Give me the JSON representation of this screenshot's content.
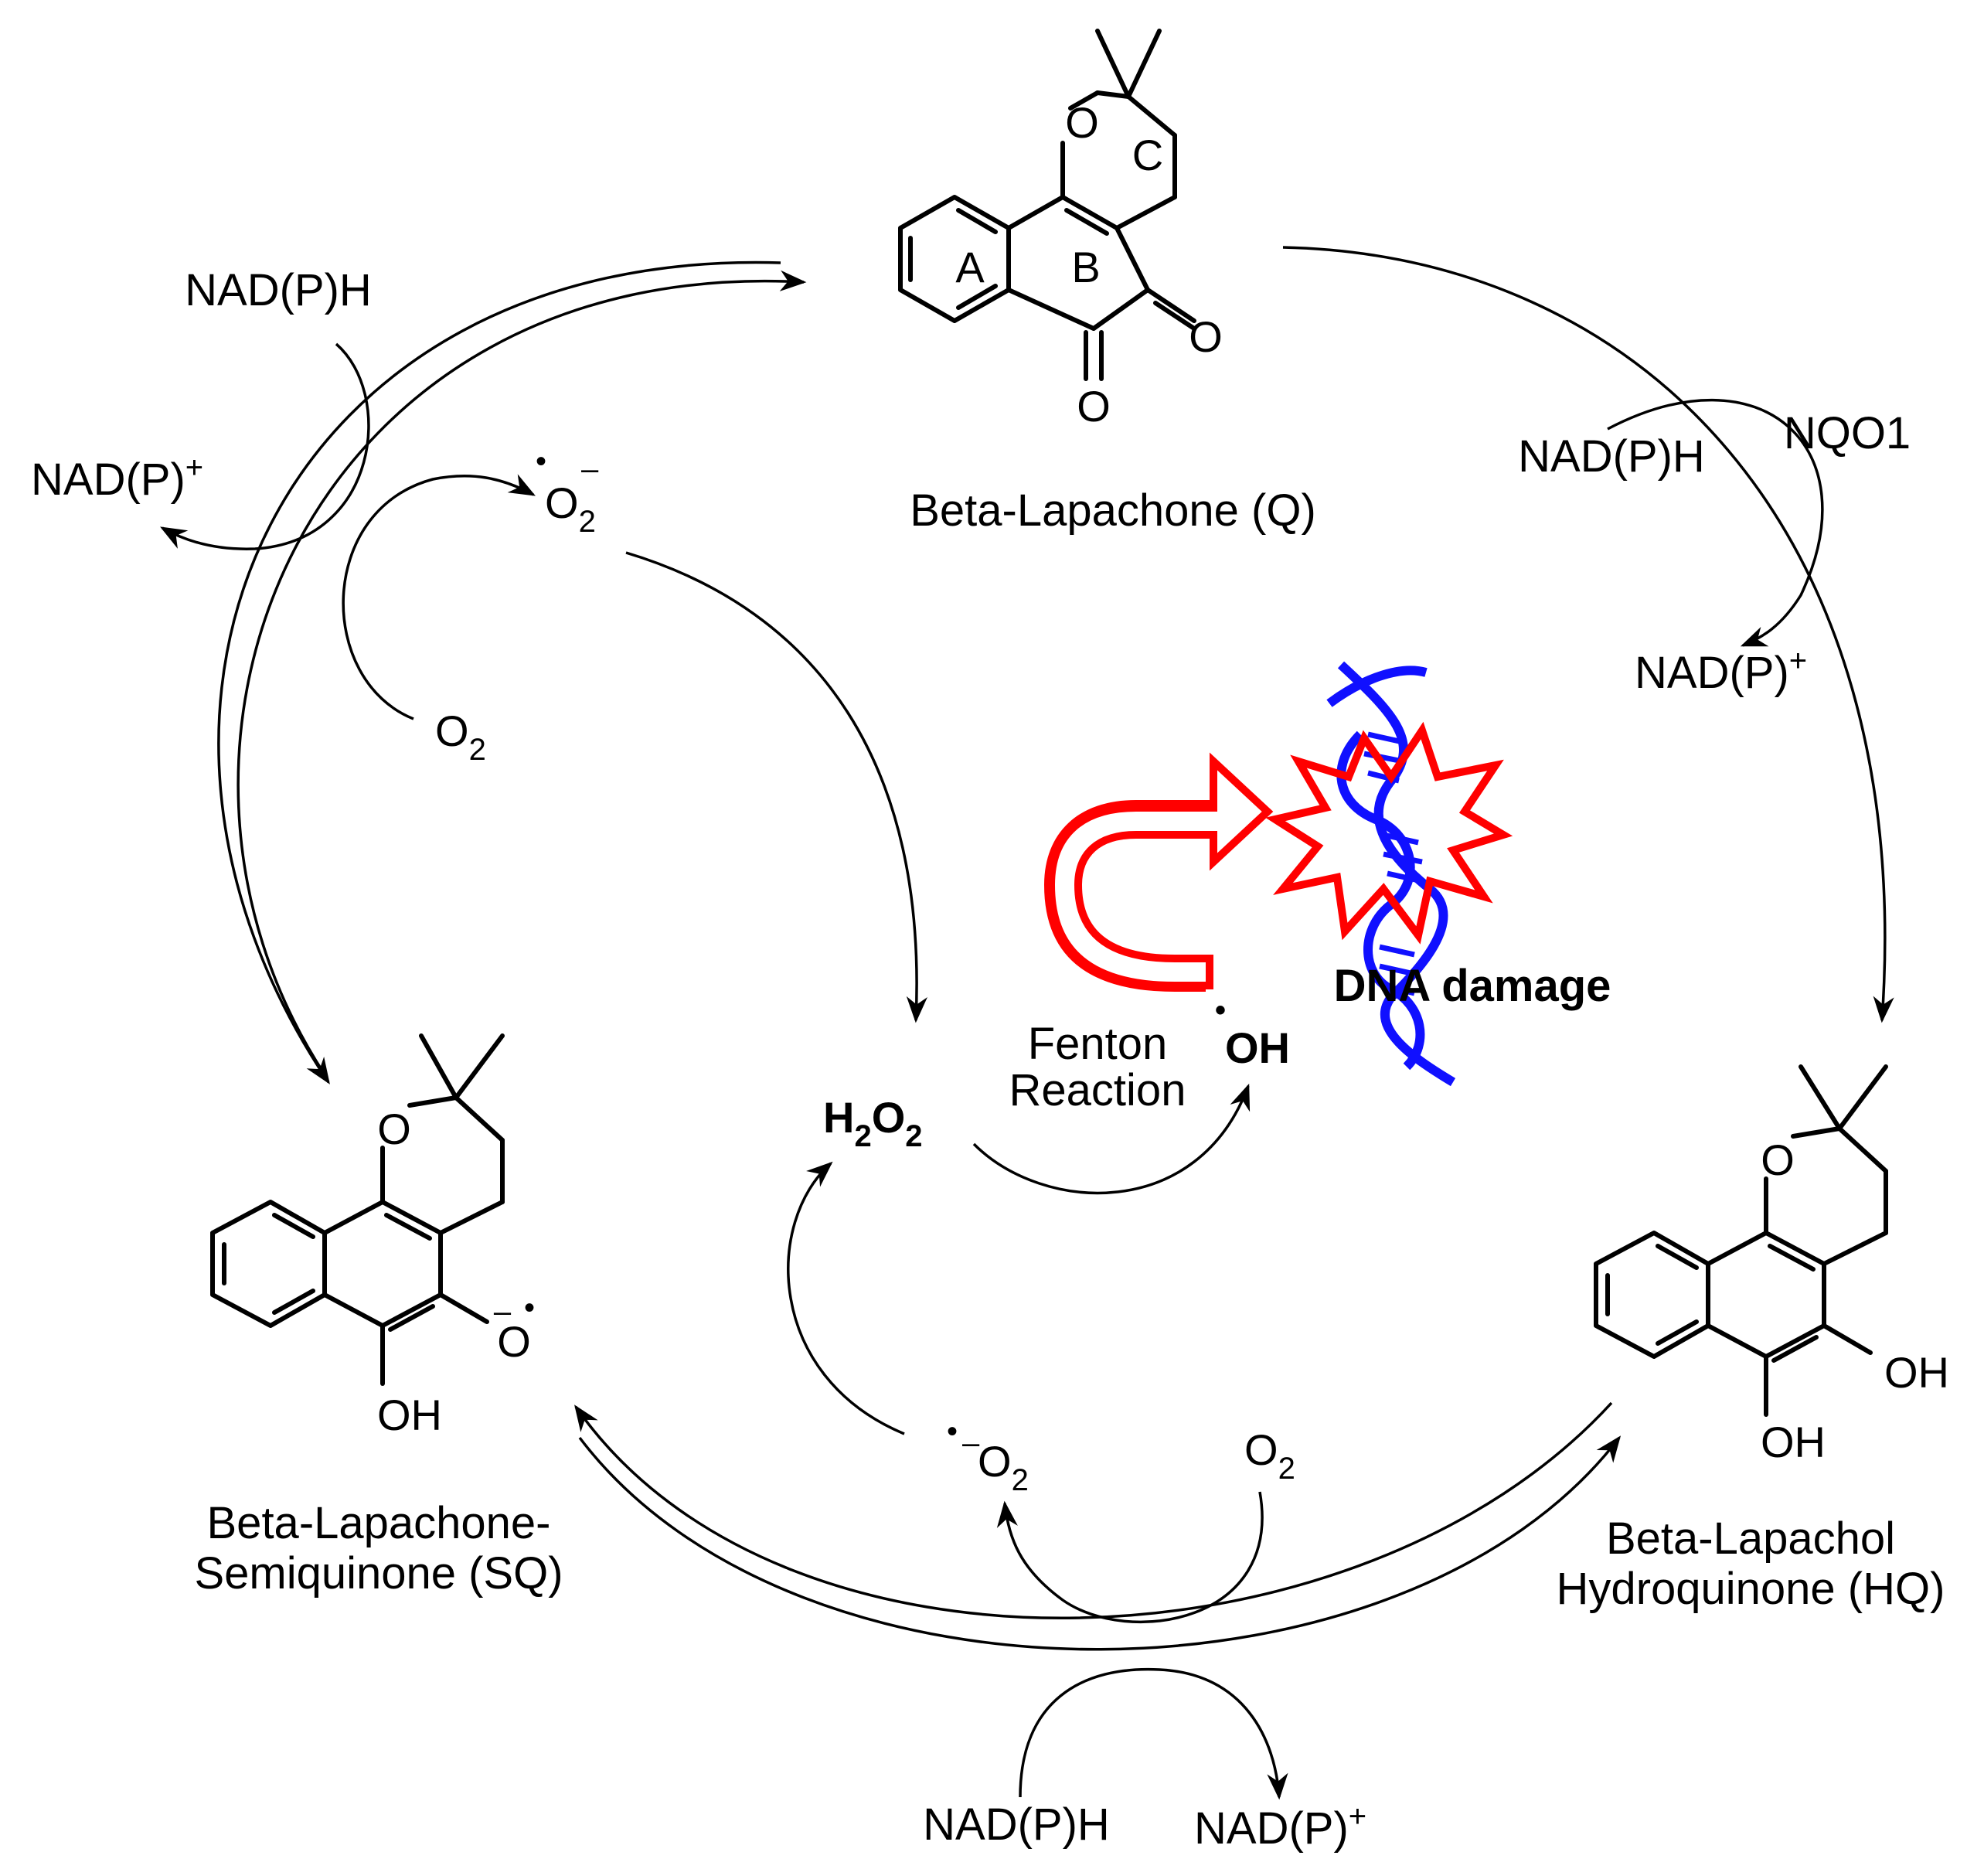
{
  "compounds": {
    "quinone": {
      "name": "Beta-Lapachone (Q)",
      "ring_labels": [
        "A",
        "B",
        "C"
      ],
      "atoms": {
        "ring_o": "O",
        "keto1": "O",
        "keto2": "O"
      }
    },
    "semiquinone": {
      "name_line1": "Beta-Lapachone-",
      "name_line2": "Semiquinone (SQ)",
      "atoms": {
        "ring_o": "O",
        "oxy_radical": "O",
        "oh": "OH"
      },
      "charge": "–",
      "radical_dot": "•"
    },
    "hydroquinone": {
      "name_line1": "Beta-Lapachol",
      "name_line2": "Hydroquinone (HQ)",
      "atoms": {
        "ring_o": "O",
        "oh1": "OH",
        "oh2": "OH"
      }
    }
  },
  "reagents": {
    "nadph": "NAD(P)H",
    "nadp_base": "NAD(P)",
    "plus": "+",
    "enzyme": "NQO1",
    "o2_base": "O",
    "o2_sub": "2",
    "superoxide_charge": "–",
    "radical_dot": "•",
    "h2o2_h": "H",
    "h2o2_o": "O",
    "h2o2_sub": "2",
    "hydroxyl": "OH"
  },
  "annotations": {
    "fenton_line1": "Fenton",
    "fenton_line2": "Reaction",
    "dna_damage": "DNA damage"
  },
  "colors": {
    "burst": "#ff0000",
    "dna": "#1010ff",
    "line": "#000000"
  }
}
